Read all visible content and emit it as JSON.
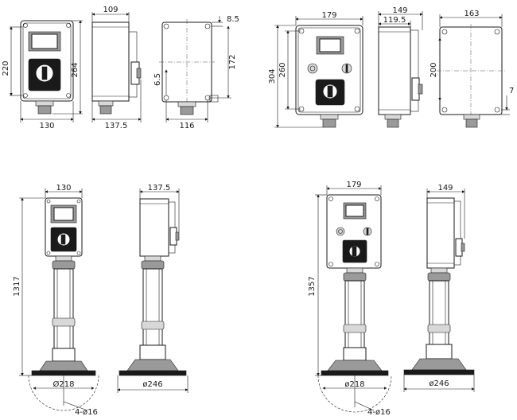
{
  "views": {
    "a_front": {
      "width": "130",
      "height_outer": "264",
      "height_inner": "220"
    },
    "a_side": {
      "depth": "109",
      "depth_total": "137.5"
    },
    "a_back": {
      "offset_top": "8.5",
      "hole_spacing_v": "172",
      "offset_left": "6.5",
      "hole_spacing_h": "116"
    },
    "b_front": {
      "width": "179",
      "height_outer": "304",
      "height_inner": "260"
    },
    "b_side": {
      "depth_total": "149",
      "depth": "119.5"
    },
    "b_back": {
      "width_total": "163",
      "hole_spacing_v": "200",
      "offset": "7"
    },
    "c_front": {
      "width": "130",
      "height_total": "1317",
      "base_diameter": "Ø218",
      "holes": "4-ø16"
    },
    "c_side": {
      "depth": "137.5",
      "base_diameter": "ø246"
    },
    "d_front": {
      "width": "179",
      "height_total": "1357",
      "base_diameter": "ø218",
      "holes": "4-ø16"
    },
    "d_side": {
      "depth": "149",
      "base_diameter": "ø246"
    }
  }
}
